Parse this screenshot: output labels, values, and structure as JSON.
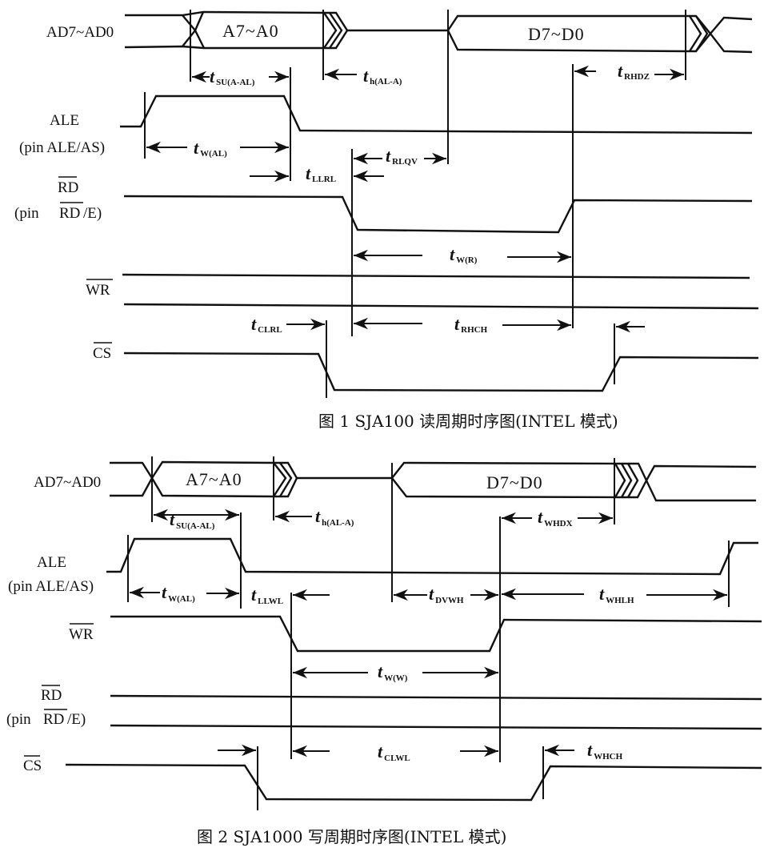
{
  "figure1": {
    "caption": "图 1  SJA100 读周期时序图(INTEL 模式)",
    "signals": {
      "bus": "AD7~AD0",
      "ale": "ALE",
      "ale_pin": "(pin  ALE/AS)",
      "rd": "RD",
      "rd_pin_prefix": "(pin",
      "rd_pin_bar": "RD",
      "rd_pin_suffix": "/E)",
      "wr": "WR",
      "cs": "CS"
    },
    "bus_values": {
      "address": "A7~A0",
      "data": "D7~D0"
    },
    "timings": [
      {
        "id": "tsu",
        "main": "t",
        "sub": "SU(A-AL)"
      },
      {
        "id": "th",
        "main": "t",
        "sub": "h(AL-A)"
      },
      {
        "id": "trhdz",
        "main": "t",
        "sub": "RHDZ"
      },
      {
        "id": "twal",
        "main": "t",
        "sub": "W(AL)"
      },
      {
        "id": "trlqv",
        "main": "t",
        "sub": "RLQV"
      },
      {
        "id": "tllrl",
        "main": "t",
        "sub": "LLRL"
      },
      {
        "id": "twr",
        "main": "t",
        "sub": "W(R)"
      },
      {
        "id": "tclrl",
        "main": "t",
        "sub": "CLRL"
      },
      {
        "id": "trhch",
        "main": "t",
        "sub": "RHCH"
      }
    ]
  },
  "figure2": {
    "caption": "图 2  SJA1000 写周期时序图(INTEL 模式)",
    "signals": {
      "bus": "AD7~AD0",
      "ale": "ALE",
      "ale_pin": "(pin  ALE/AS)",
      "wr": "WR",
      "rd": "RD",
      "rd_pin_prefix": "(pin",
      "rd_pin_bar": "RD",
      "rd_pin_suffix": "/E)",
      "cs": "CS"
    },
    "bus_values": {
      "address": "A7~A0",
      "data": "D7~D0"
    },
    "timings": [
      {
        "id": "tsu",
        "main": "t",
        "sub": "SU(A-AL)"
      },
      {
        "id": "th",
        "main": "t",
        "sub": "h(AL-A)"
      },
      {
        "id": "twhdx",
        "main": "t",
        "sub": "WHDX"
      },
      {
        "id": "twal",
        "main": "t",
        "sub": "W(AL)"
      },
      {
        "id": "tllwl",
        "main": "t",
        "sub": "LLWL"
      },
      {
        "id": "tdvwh",
        "main": "t",
        "sub": "DVWH"
      },
      {
        "id": "twhlh",
        "main": "t",
        "sub": "WHLH"
      },
      {
        "id": "tww",
        "main": "t",
        "sub": "W(W)"
      },
      {
        "id": "tclwl",
        "main": "t",
        "sub": "CLWL"
      },
      {
        "id": "twhch",
        "main": "t",
        "sub": "WHCH"
      }
    ]
  }
}
